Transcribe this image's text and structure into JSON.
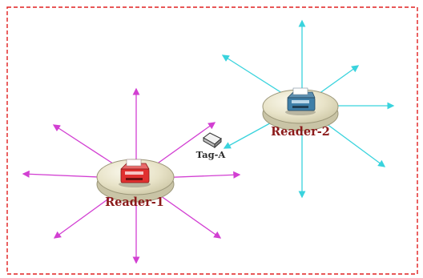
{
  "diagram": {
    "readers": [
      {
        "id": "reader-1",
        "label": "Reader-1",
        "ray_color": "#d23fd2",
        "printer_color": "#e03030"
      },
      {
        "id": "reader-2",
        "label": "Reader-2",
        "ray_color": "#39d3dd",
        "printer_color": "#3f7fa8"
      }
    ],
    "tag": {
      "label": "Tag-A"
    },
    "colors": {
      "border": "#e02020",
      "disc_top": "#ebe7d2",
      "disc_side": "#c9c4a6",
      "disc_rim": "#9c9779"
    }
  }
}
